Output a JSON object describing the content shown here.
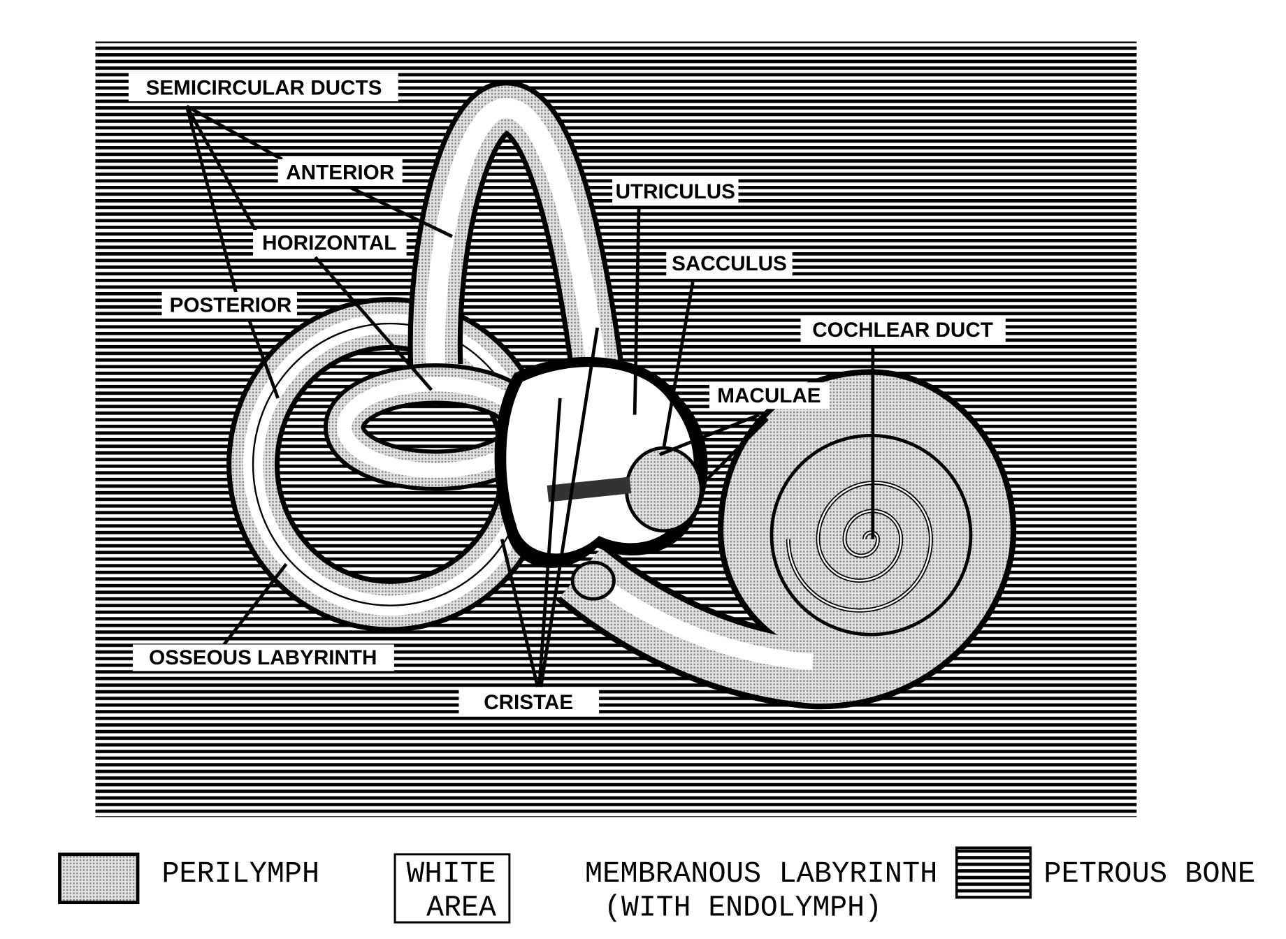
{
  "diagram": {
    "labels": {
      "semicircular_ducts": "SEMICIRCULAR DUCTS",
      "anterior": "ANTERIOR",
      "horizontal": "HORIZONTAL",
      "posterior": "POSTERIOR",
      "utriculus": "UTRICULUS",
      "sacculus": "SACCULUS",
      "cochlear_duct": "COCHLEAR DUCT",
      "maculae": "MACULAE",
      "osseous_labyrinth": "OSSEOUS LABYRINTH",
      "cristae": "CRISTAE"
    },
    "colors": {
      "bone_stripe": "#000000",
      "perilymph": "#c4c4c4",
      "membranous": "#ffffff"
    }
  },
  "legend": {
    "perilymph": "PERILYMPH",
    "white_area_1": "WHITE",
    "white_area_2": "AREA",
    "membranous_1": "MEMBRANOUS LABYRINTH",
    "membranous_2": "(WITH ENDOLYMPH)",
    "petrous_bone": "PETROUS BONE"
  }
}
